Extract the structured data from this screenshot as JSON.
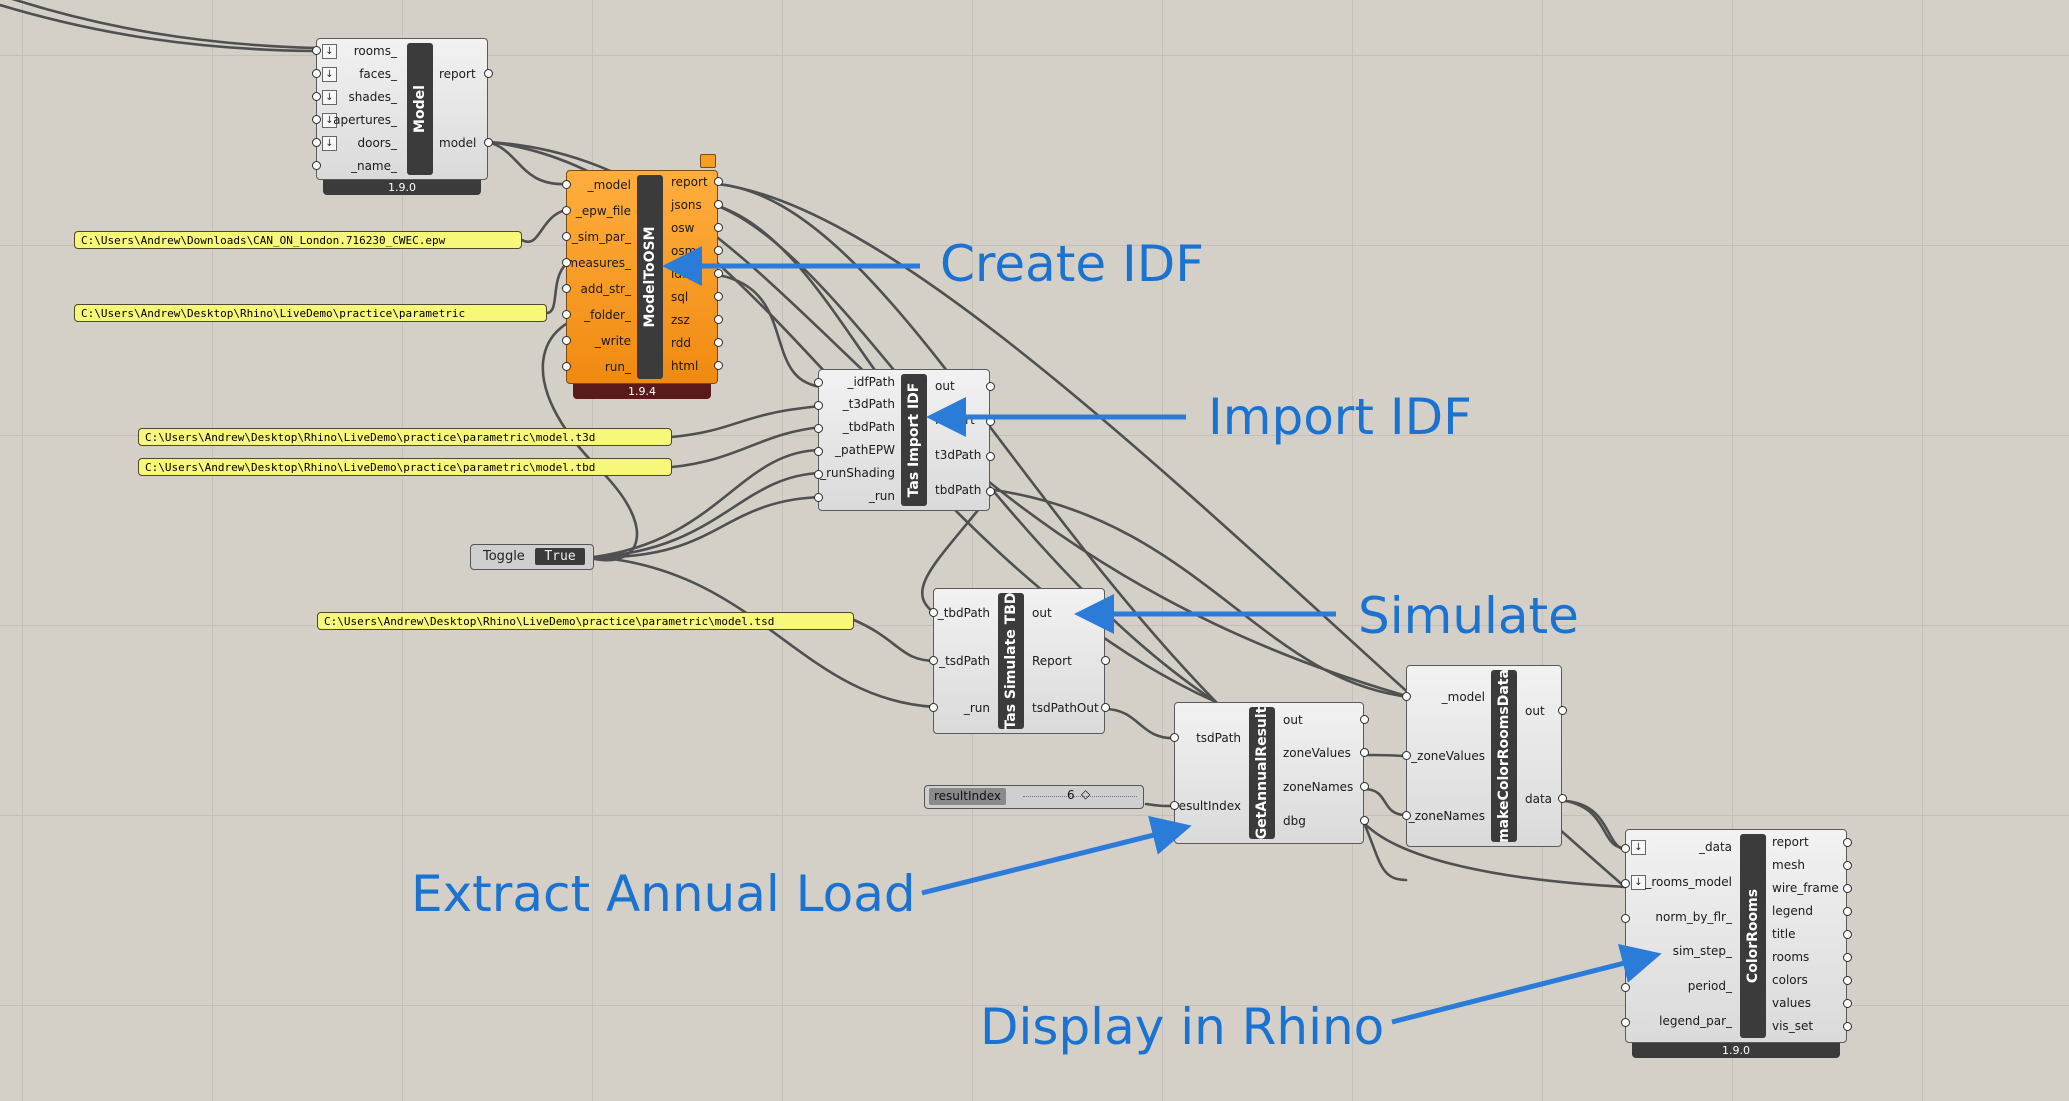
{
  "accent_color": "#2b7cd9",
  "components": {
    "model": {
      "title": "Model",
      "inputs": [
        "rooms_",
        "faces_",
        "shades_",
        "apertures_",
        "doors_",
        "_name_"
      ],
      "outputs": [
        "report",
        "model"
      ],
      "version": "1.9.0"
    },
    "model_to_osm": {
      "title": "ModelToOSM",
      "inputs": [
        "_model",
        "_epw_file",
        "_sim_par_",
        "measures_",
        "add_str_",
        "_folder_",
        "_write",
        "run_"
      ],
      "outputs": [
        "report",
        "jsons",
        "osw",
        "osm",
        "idf",
        "sql",
        "zsz",
        "rdd",
        "html"
      ],
      "version": "1.9.4"
    },
    "tas_import": {
      "title": "Tas Import IDF",
      "inputs": [
        "_idfPath",
        "_t3dPath",
        "_tbdPath",
        "_pathEPW",
        "_runShading",
        "_run"
      ],
      "outputs": [
        "out",
        "Report",
        "t3dPath",
        "tbdPath"
      ]
    },
    "tas_simulate": {
      "title": "Tas Simulate TBD",
      "inputs": [
        "_tbdPath",
        "_tsdPath",
        "_run"
      ],
      "outputs": [
        "out",
        "Report",
        "tsdPathOut"
      ]
    },
    "get_annual": {
      "title": "GetAnnualResult",
      "inputs": [
        "tsdPath",
        "resultIndex"
      ],
      "outputs": [
        "out",
        "zoneValues",
        "zoneNames",
        "dbg"
      ]
    },
    "make_color": {
      "title": "makeColorRoomsData",
      "inputs": [
        "_model",
        "_zoneValues",
        "_zoneNames"
      ],
      "outputs": [
        "out",
        "data"
      ]
    },
    "color_rooms": {
      "title": "ColorRooms",
      "inputs": [
        "_data",
        "_rooms_model",
        "norm_by_flr_",
        "sim_step_",
        "period_",
        "legend_par_"
      ],
      "outputs": [
        "report",
        "mesh",
        "wire_frame",
        "legend",
        "title",
        "rooms",
        "colors",
        "values",
        "vis_set"
      ],
      "version": "1.9.0"
    }
  },
  "panels": {
    "epw": "C:\\Users\\Andrew\\Downloads\\CAN_ON_London.716230_CWEC.epw",
    "folder": "C:\\Users\\Andrew\\Desktop\\Rhino\\LiveDemo\\practice\\parametric",
    "t3d": "C:\\Users\\Andrew\\Desktop\\Rhino\\LiveDemo\\practice\\parametric\\model.t3d",
    "tbd": "C:\\Users\\Andrew\\Desktop\\Rhino\\LiveDemo\\practice\\parametric\\model.tbd",
    "tsd": "C:\\Users\\Andrew\\Desktop\\Rhino\\LiveDemo\\practice\\parametric\\model.tsd"
  },
  "toggle": {
    "label": "Toggle",
    "value": "True"
  },
  "slider": {
    "label": "resultIndex",
    "value": "6"
  },
  "annotations": {
    "create_idf": "Create IDF",
    "import_idf": "Import IDF",
    "simulate": "Simulate",
    "extract": "Extract Annual Load",
    "display": "Display in Rhino"
  }
}
